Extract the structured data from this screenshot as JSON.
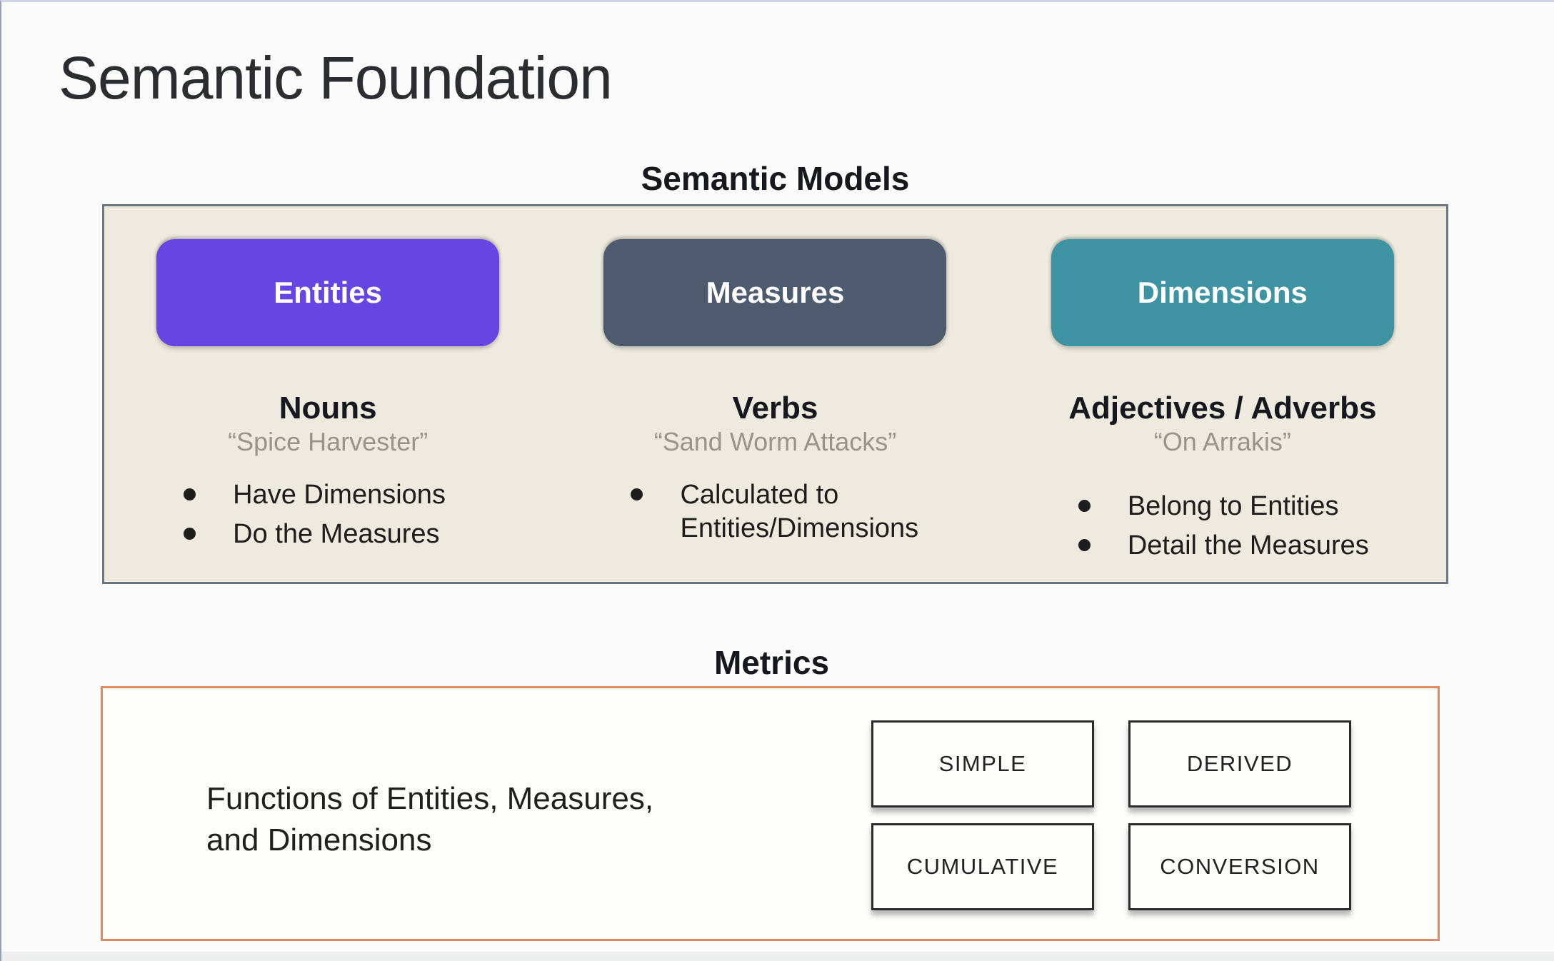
{
  "slide": {
    "title": "Semantic Foundation"
  },
  "semantic_models": {
    "heading": "Semantic Models",
    "columns": [
      {
        "pill": "Entities",
        "pill_color": "#6447e2",
        "heading": "Nouns",
        "quote": "“Spice Harvester”",
        "bullets": [
          "Have Dimensions",
          "Do the Measures"
        ]
      },
      {
        "pill": "Measures",
        "pill_color": "#4e5a6e",
        "heading": "Verbs",
        "quote": "“Sand Worm Attacks”",
        "bullets": [
          "Calculated to Entities/Dimensions"
        ]
      },
      {
        "pill": "Dimensions",
        "pill_color": "#3d93a2",
        "heading": "Adjectives / Adverbs",
        "quote": "“On Arrakis”",
        "bullets": [
          "Belong to Entities",
          "Detail the Measures"
        ]
      }
    ]
  },
  "metrics": {
    "heading": "Metrics",
    "description": "Functions of Entities, Measures,\nand Dimensions",
    "boxes": [
      "SIMPLE",
      "DERIVED",
      "CUMULATIVE",
      "CONVERSION"
    ],
    "border_color": "#dd8a68"
  },
  "colors": {
    "slide_bg": "#fafbfa",
    "panel_bg": "#edebdf",
    "panel_border": "#6f7880",
    "heading_text": "#16181d",
    "body_text": "#1d1d1b",
    "quote_text": "#96948c",
    "metric_box_border": "#2b2b2b"
  }
}
